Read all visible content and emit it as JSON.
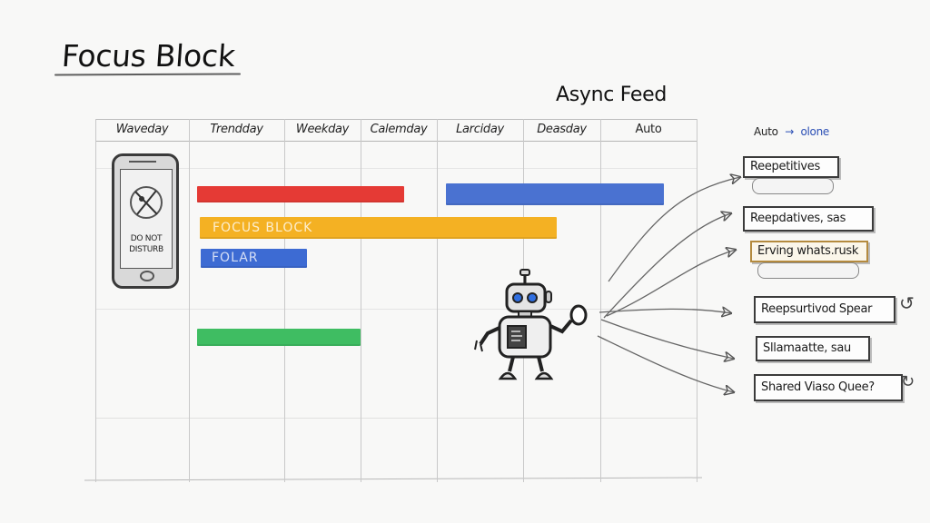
{
  "header": {
    "title": "Focus Block",
    "feed_title": "Async Feed"
  },
  "calendar": {
    "columns": [
      "Waveday",
      "Trendday",
      "Weekday",
      "Calemday",
      "Larciday",
      "Deasday",
      "Auto"
    ],
    "phone": {
      "icon": "do-not-disturb-icon",
      "label_line1": "DO NOT",
      "label_line2": "DISTURB"
    },
    "bars": [
      {
        "color": "#e53a35",
        "label": "",
        "col_start": 1,
        "span": "partial"
      },
      {
        "color": "#4a72d1",
        "label": "",
        "col_start": 4,
        "span": "partial"
      },
      {
        "color": "#f4b123",
        "label": "FOCUS BLOCK",
        "col_start": 1,
        "span": "partial"
      },
      {
        "color": "#3d6bd3",
        "label": "FOLAR",
        "col_start": 1,
        "span": "partial"
      },
      {
        "color": "#3fbd62",
        "label": "",
        "col_start": 1,
        "span": "partial"
      }
    ]
  },
  "feed": {
    "header_from": "Auto",
    "header_arrow": "→",
    "header_to": "olone",
    "items": [
      {
        "label": "Reepetitives"
      },
      {
        "label": "Reepdatives, sas"
      },
      {
        "label": "Erving whats.rusk"
      },
      {
        "label": "Reepsurtivod Spear"
      },
      {
        "label": "Sllamaatte, sau"
      },
      {
        "label": "Shared Viaso  Quee?"
      }
    ]
  },
  "colors": {
    "red": "#e53a35",
    "blue": "#4a72d1",
    "yellow": "#f4b123",
    "green": "#3fbd62",
    "accent_blue_text": "#2b4fb5",
    "highlight_border": "#b48a3e"
  },
  "robot": {
    "icon": "robot-icon"
  }
}
